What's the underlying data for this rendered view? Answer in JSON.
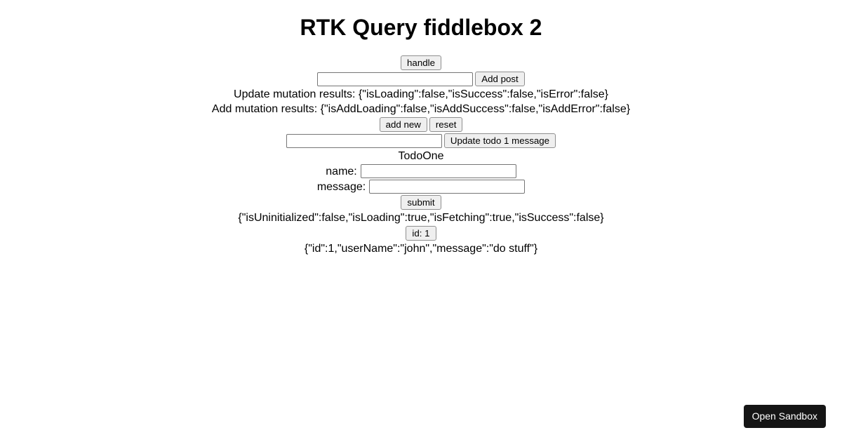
{
  "title": "RTK Query fiddlebox 2",
  "posts": {
    "handle_button": "handle",
    "add_post": {
      "input_value": "",
      "button": "Add post"
    },
    "update_mutation_results": "Update mutation results: {\"isLoading\":false,\"isSuccess\":false,\"isError\":false}",
    "add_mutation_results": "Add mutation results: {\"isAddLoading\":false,\"isAddSuccess\":false,\"isAddError\":false}",
    "add_new_button": "add new",
    "reset_button": "reset",
    "update_todo": {
      "input_value": "",
      "button": "Update todo 1 message"
    }
  },
  "todo_one": {
    "heading": "TodoOne",
    "name": {
      "label": "name:",
      "input_value": ""
    },
    "message": {
      "label": "message:",
      "input_value": ""
    },
    "submit_button": "submit",
    "query_status": "{\"isUninitialized\":false,\"isLoading\":true,\"isFetching\":true,\"isSuccess\":false}",
    "id_button": "id: 1",
    "todo_json": "{\"id\":1,\"userName\":\"john\",\"message\":\"do stuff\"}"
  },
  "overlay": {
    "open_sandbox_button": "Open Sandbox"
  },
  "colors": {
    "page_background": "#ffffff",
    "text": "#000000",
    "button_background": "#efefef",
    "button_border": "#8f8f8f",
    "input_border": "#767676",
    "sandbox_button_background": "#151515",
    "sandbox_button_text": "#ffffff"
  }
}
